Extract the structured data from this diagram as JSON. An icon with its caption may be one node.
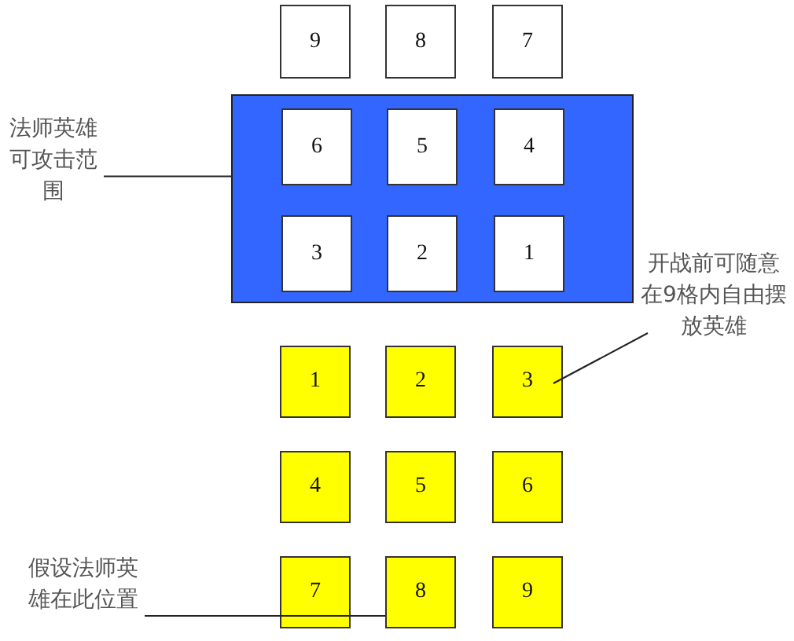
{
  "diagram": {
    "nodes": [
      {
        "text": [
          "9"
        ]
      },
      {
        "text": [
          "8"
        ]
      },
      {
        "text": [
          "7"
        ]
      },
      {
        "text": [],
        "shape": "box"
      },
      {
        "text": [
          "6"
        ],
        "in": 3
      },
      {
        "text": [
          "5"
        ],
        "in": 3
      },
      {
        "text": [
          "4"
        ],
        "in": 3
      },
      {
        "text": [
          "3"
        ],
        "in": 3
      },
      {
        "text": [
          "2"
        ],
        "in": 3
      },
      {
        "text": [
          "1"
        ],
        "in": 3
      },
      {
        "text": [
          "1"
        ]
      },
      {
        "text": [
          "2"
        ]
      },
      {
        "text": [
          "3"
        ]
      },
      {
        "text": [
          "4"
        ]
      },
      {
        "text": [
          "5"
        ]
      },
      {
        "text": [
          "6"
        ]
      },
      {
        "text": [
          "7"
        ]
      },
      {
        "text": [
          "8"
        ]
      },
      {
        "text": [
          "9"
        ]
      },
      {
        "text": [
          "法师英雄可攻击范围"
        ]
      },
      {
        "text": [
          "开战前可随意在9格内自由摆放英雄"
        ]
      },
      {
        "text": [
          "假设法师英雄在此位置"
        ]
      }
    ],
    "edges": [
      {
        "from": 19,
        "to": 3,
        "arrow": "none"
      },
      {
        "from": 20,
        "to": 12,
        "arrow": "none"
      },
      {
        "from": 21,
        "to": 17,
        "arrow": "none"
      }
    ]
  }
}
